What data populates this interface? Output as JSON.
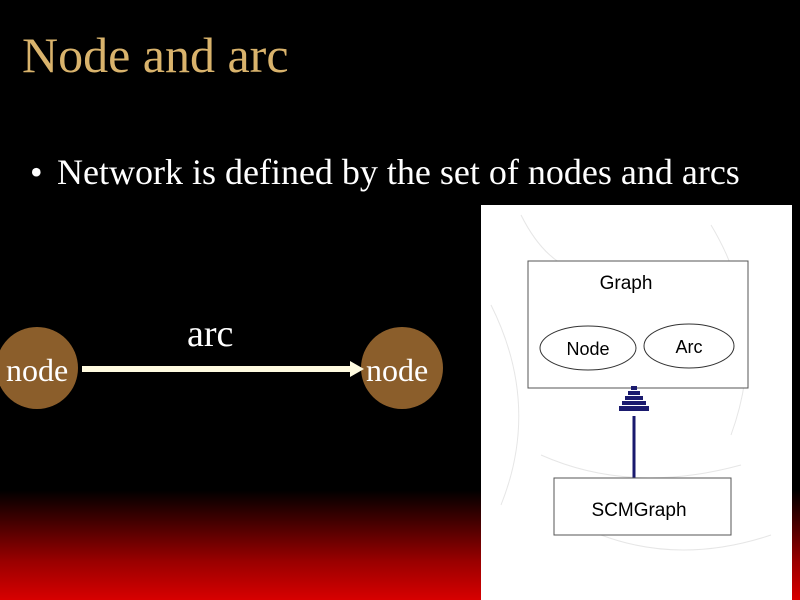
{
  "slide": {
    "title": "Node and arc",
    "bullet_marker": "•",
    "bullet_text": "Network is defined by the set of nodes and arcs"
  },
  "left_diagram": {
    "source_node_label": "node",
    "arc_label": "arc",
    "target_node_label": "node"
  },
  "uml_diagram": {
    "container_class": "Graph",
    "member_left": "Node",
    "member_right": "Arc",
    "subclass": "SCMGraph"
  },
  "colors": {
    "background": "#000000",
    "title": "#d9b36c",
    "node_fill": "#8b5e2b",
    "arrow": "#fffbe0",
    "bottom_gradient": "#d80000",
    "uml_line": "#1a1a6e"
  }
}
